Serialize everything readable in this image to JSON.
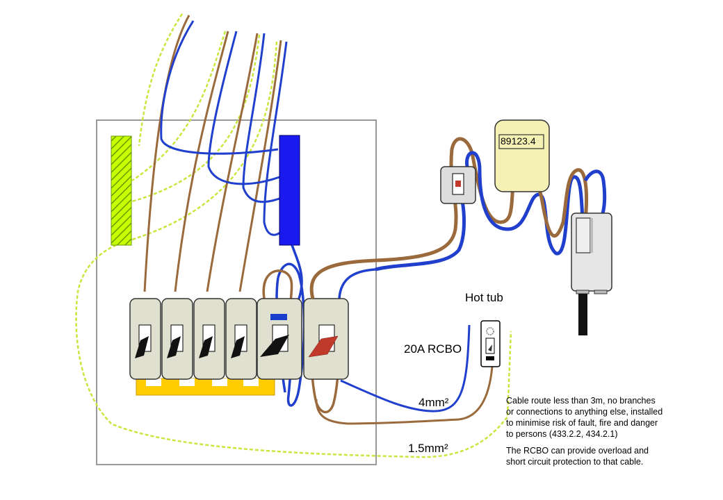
{
  "meter": {
    "reading": "89123.4"
  },
  "labels": {
    "hot_tub": "Hot tub",
    "rcbo": "20A RCBO",
    "cable_live_neutral": "4mm²",
    "cable_earth": "1.5mm²"
  },
  "notes": {
    "note1": [
      "Cable route less than 3m, no branches",
      "or connections to anything else, installed",
      "to minimise risk of fault, fire  and danger",
      "to persons (433.2.2, 434.2.1)"
    ],
    "note2": [
      "The RCBO  can provide  overload  and",
      "short circuit protection to that cable."
    ]
  },
  "colors": {
    "live_brown": "#9a6a3c",
    "neutral_blue": "#1f3fcc",
    "earth_yellow_green": "#c8e63c",
    "neutral_bar": "#1a1aee",
    "busbar": "#ffcc00",
    "rcbo_toggle": "#c0392b",
    "breaker_body": "#e0e0d0",
    "meter_body": "#f5f0b4",
    "enclosure": "#999999"
  }
}
